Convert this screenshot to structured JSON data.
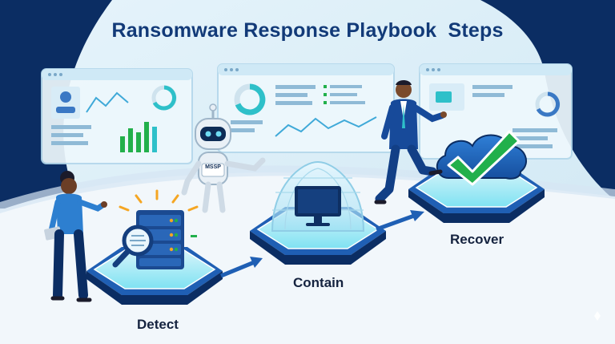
{
  "title": "Ransomware Response Playbook  Steps",
  "robot_badge": "MSSP",
  "steps": [
    {
      "label": "Detect"
    },
    {
      "label": "Contain"
    },
    {
      "label": "Recover"
    }
  ],
  "colors": {
    "title": "#123a78",
    "navy": "#0b2d63",
    "platform": "#1f5fb4",
    "glow": "#6fdcf3",
    "check": "#22b04b"
  }
}
